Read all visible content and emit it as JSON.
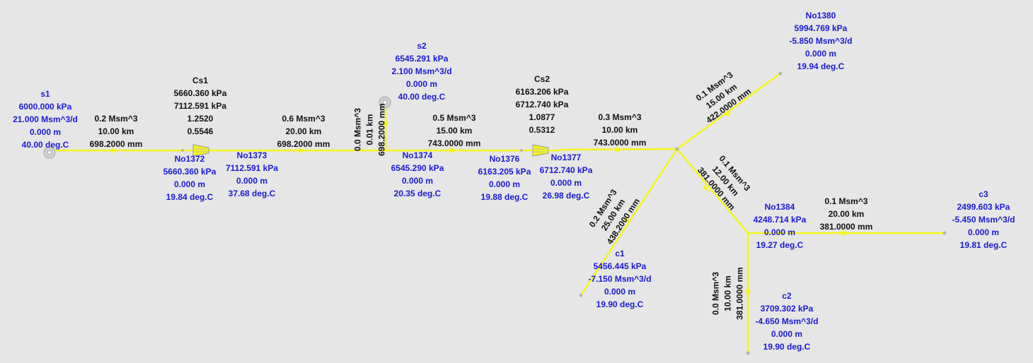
{
  "colors": {
    "pipe": "#f5f51a",
    "node_label": "#1a1ad6",
    "pipe_label": "#111111",
    "background": "#e6e6e6"
  },
  "sources": {
    "s1": {
      "name": "s1",
      "pressure": "6000.000 kPa",
      "flow": "21.000 Msm^3/d",
      "elev": "0.000 m",
      "temp": "40.00 deg.C",
      "icon": "source-icon"
    },
    "s2": {
      "name": "s2",
      "pressure": "6545.291 kPa",
      "flow": "2.100 Msm^3/d",
      "elev": "0.000 m",
      "temp": "40.00 deg.C",
      "icon": "source-icon"
    }
  },
  "compressors": {
    "cs1": {
      "name": "Cs1",
      "p_in": "5660.360 kPa",
      "p_out": "7112.591 kPa",
      "ratio": "1.2520",
      "power": "0.5546",
      "icon": "compressor-icon"
    },
    "cs2": {
      "name": "Cs2",
      "p_in": "6163.206 kPa",
      "p_out": "6712.740 kPa",
      "ratio": "1.0877",
      "power": "0.5312",
      "icon": "compressor-icon"
    }
  },
  "nodes": {
    "no1372": {
      "name": "No1372",
      "pressure": "5660.360 kPa",
      "elev": "0.000 m",
      "temp": "19.84 deg.C"
    },
    "no1373": {
      "name": "No1373",
      "pressure": "7112.591 kPa",
      "elev": "0.000 m",
      "temp": "37.68 deg.C"
    },
    "no1374": {
      "name": "No1374",
      "pressure": "6545.290 kPa",
      "elev": "0.000 m",
      "temp": "20.35 deg.C"
    },
    "no1376": {
      "name": "No1376",
      "pressure": "6163.205 kPa",
      "elev": "0.000 m",
      "temp": "19.88 deg.C"
    },
    "no1377": {
      "name": "No1377",
      "pressure": "6712.740 kPa",
      "elev": "0.000 m",
      "temp": "26.98 deg.C"
    },
    "no1384": {
      "name": "No1384",
      "pressure": "4248.714 kPa",
      "elev": "0.000 m",
      "temp": "19.27 deg.C"
    }
  },
  "sinks": {
    "no1380": {
      "name": "No1380",
      "pressure": "5994.769 kPa",
      "flow": "-5.850 Msm^3/d",
      "elev": "0.000 m",
      "temp": "19.94 deg.C"
    },
    "c1": {
      "name": "c1",
      "pressure": "5456.445 kPa",
      "flow": "-7.150 Msm^3/d",
      "elev": "0.000 m",
      "temp": "19.90 deg.C"
    },
    "c2": {
      "name": "c2",
      "pressure": "3709.302 kPa",
      "flow": "-4.650 Msm^3/d",
      "elev": "0.000 m",
      "temp": "19.90 deg.C"
    },
    "c3": {
      "name": "c3",
      "pressure": "2499.603 kPa",
      "flow": "-5.450 Msm^3/d",
      "elev": "0.000 m",
      "temp": "19.81 deg.C"
    }
  },
  "pipes": {
    "p1": {
      "flow": "0.2 Msm^3",
      "length": "10.00 km",
      "diameter": "698.2000 mm"
    },
    "p2": {
      "flow": "0.6 Msm^3",
      "length": "20.00 km",
      "diameter": "698.2000 mm"
    },
    "ps2": {
      "flow": "0.0 Msm^3",
      "length": "0.01 km",
      "diameter": "698.2000 mm"
    },
    "p3": {
      "flow": "0.5 Msm^3",
      "length": "15.00 km",
      "diameter": "743.0000 mm"
    },
    "p4": {
      "flow": "0.3 Msm^3",
      "length": "10.00 km",
      "diameter": "743.0000 mm"
    },
    "p5": {
      "flow": "0.1 Msm^3",
      "length": "15.00 km",
      "diameter": "422.0000 mm"
    },
    "p6": {
      "flow": "0.2 Msm^3",
      "length": "25.00 km",
      "diameter": "438.2000 mm"
    },
    "p7": {
      "flow": "0.1 Msm^3",
      "length": "12.00 km",
      "diameter": "381.0000 mm"
    },
    "p8": {
      "flow": "0.1 Msm^3",
      "length": "20.00 km",
      "diameter": "381.0000 mm"
    },
    "p9": {
      "flow": "0.0 Msm^3",
      "length": "10.00 km",
      "diameter": "381.0000 mm"
    }
  }
}
